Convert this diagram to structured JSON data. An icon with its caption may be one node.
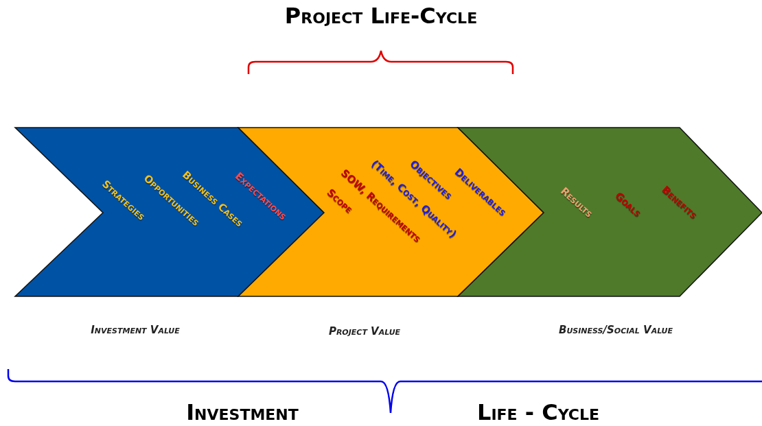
{
  "diagram": {
    "title": "Project Life-Cycle",
    "nodes": [
      {
        "text": [
          "Strategies",
          "Opportunities",
          "Business Cases",
          "Expectations"
        ],
        "beside": [
          "Investment Value"
        ]
      },
      {
        "text": [
          "Scope",
          "SOW, Requirements",
          "(Time, Cost, Quality)",
          "Objectives",
          "Deliverables"
        ],
        "beside": [
          "Project  Value"
        ]
      },
      {
        "text": [
          "Results",
          "Goals",
          "Benefits"
        ],
        "beside": [
          "Business/Social Value"
        ]
      }
    ],
    "edges": [],
    "labels": [
      "Investment",
      "Life - Cycle"
    ]
  }
}
